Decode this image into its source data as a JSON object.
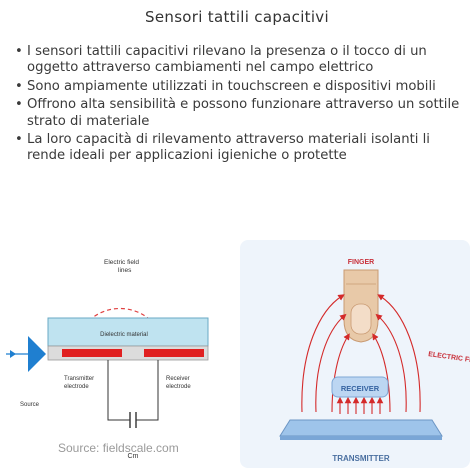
{
  "title": "Sensori tattili capacitivi",
  "bullets": [
    "I sensori tattili capacitivi rilevano la presenza o il tocco di un oggetto attraverso cambiamenti nel campo elettrico",
    "Sono ampiamente utilizzati in touchscreen e dispositivi mobili",
    "Offrono alta sensibilità e possono funzionare attraverso un sottile strato di materiale",
    "La loro capacità di rilevamento attraverso materiali isolanti li rende ideali per applicazioni igieniche o protette"
  ],
  "bullet_symbol": "•",
  "left_diagram": {
    "field_label_1": "Electric field",
    "field_label_2": "lines",
    "dielectric_label": "Dielectric material",
    "transmitter_label_1": "Transmitter",
    "transmitter_label_2": "electrode",
    "receiver_label_1": "Receiver",
    "receiver_label_2": "electrode",
    "source_label": "Source",
    "cm_label": "Cm",
    "watermark": "Source: fieldscale.com",
    "colors": {
      "dielectric": "#bfe3f0",
      "electrode": "#e02020",
      "field_lines": "#e04040",
      "source": "#1f7fd0"
    }
  },
  "right_diagram": {
    "finger_label": "FINGER",
    "electric_field_label": "ELECTRIC FIELD",
    "receiver_label": "RECEIVER",
    "transmitter_label": "TRANSMITTER",
    "colors": {
      "background": "#eef4fb",
      "arrows": "#d42a2a",
      "label_text": "#c8303a",
      "receiver": "#bcd6f2",
      "transmitter": "#9ec4ea"
    }
  }
}
